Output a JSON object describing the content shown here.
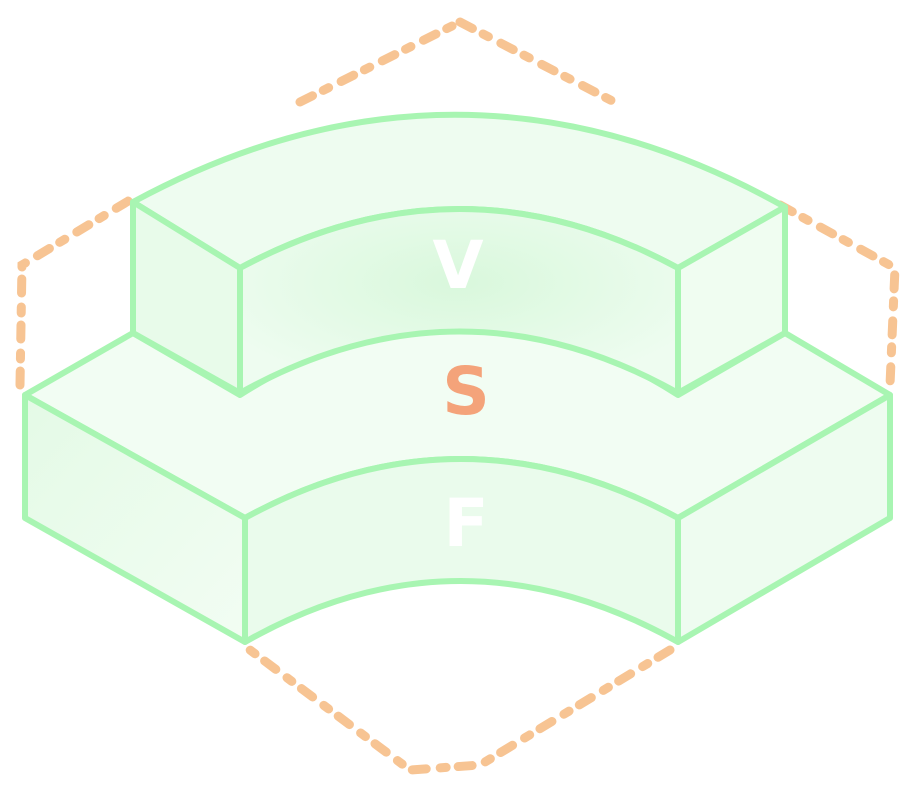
{
  "labels": {
    "top": "V",
    "middle": "S",
    "bottom": "F"
  },
  "colors": {
    "outline": "#a8f5b2",
    "fill_light": "#edfdef",
    "fill_mid": "#e0fae3",
    "fill_side": "#e6fbe8",
    "top_label": "#ffffff",
    "middle_label": "#f4a37a",
    "bottom_label": "#ffffff",
    "dashed_hexagon": "#f7c493"
  }
}
